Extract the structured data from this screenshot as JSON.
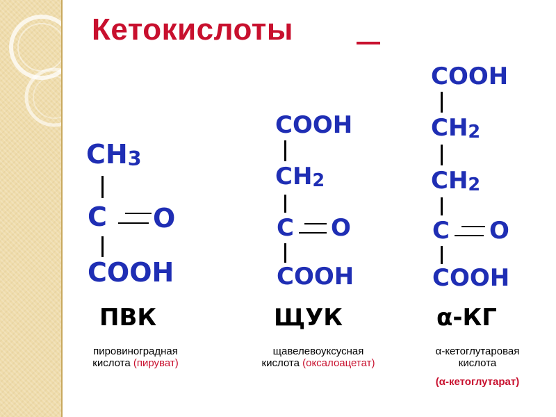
{
  "title": "Кетокислоты",
  "molecules": [
    {
      "abbr": "ПВК",
      "rows": {
        "ch3": "CH",
        "ch3_sub": "3",
        "c": "C",
        "o": "O",
        "cooh": "COOH"
      },
      "caption_line1": "пировиноградная",
      "caption_line2": "кислота",
      "caption_paren": "(пируват)"
    },
    {
      "abbr": "ЩУК",
      "rows": {
        "cooh_top": "COOH",
        "ch2": "CH",
        "ch2_sub": "2",
        "c": "C",
        "o": "O",
        "cooh": "COOH"
      },
      "caption_line1": "щавелевоуксусная",
      "caption_line2": "кислота",
      "caption_paren": "(оксалоацетат)"
    },
    {
      "abbr": "α-КГ",
      "rows": {
        "cooh_top": "COOH",
        "ch2_a": "CH",
        "ch2_a_sub": "2",
        "ch2_b": "CH",
        "ch2_b_sub": "2",
        "c": "C",
        "o": "O",
        "cooh": "COOH"
      },
      "caption_line1": "α-кетоглутаровая",
      "caption_line2": "кислота",
      "caption_paren": "(α-кетоглутарат)"
    }
  ],
  "colors": {
    "title": "#c8102e",
    "formula": "#1f2eb4",
    "caption_highlight": "#c8102e",
    "side_band": "#efdcab"
  }
}
